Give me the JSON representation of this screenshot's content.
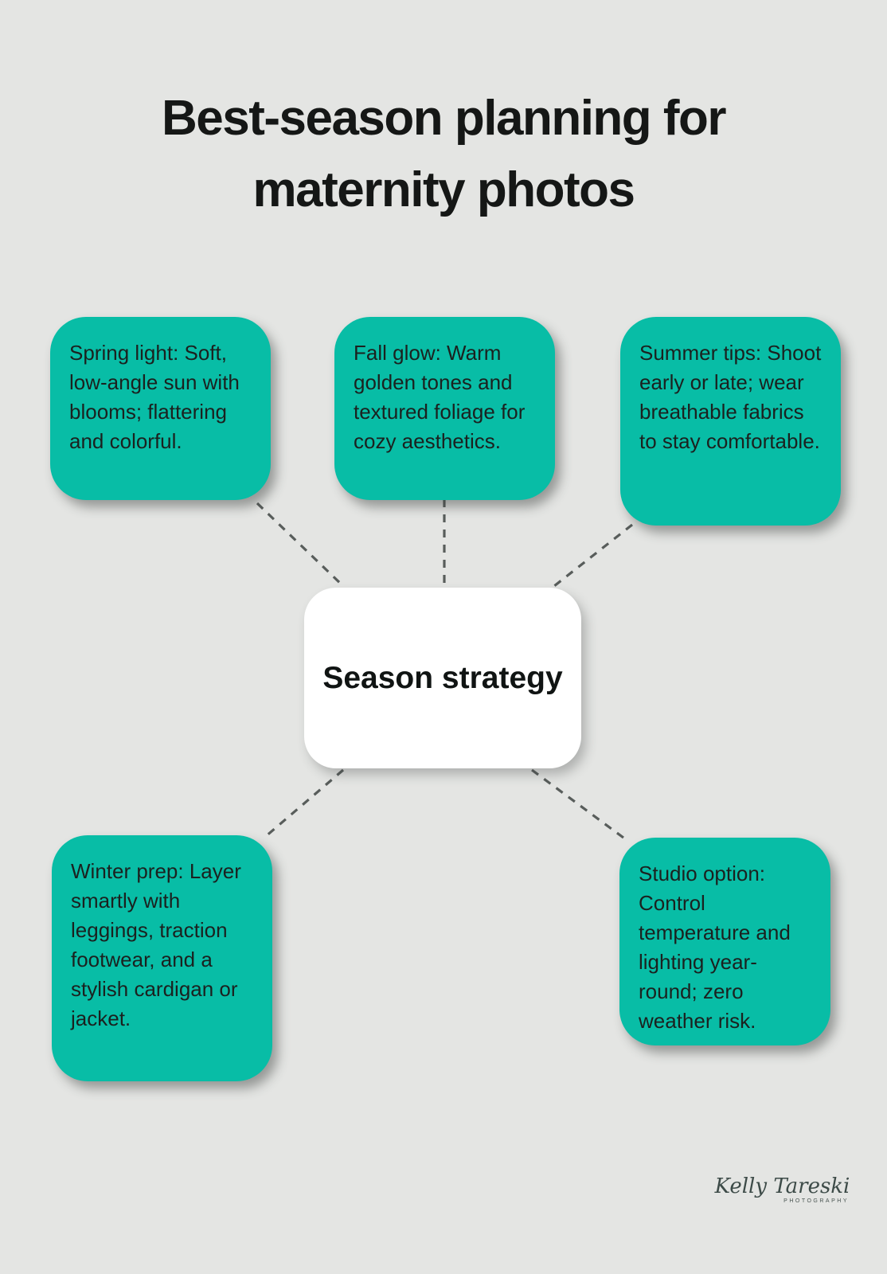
{
  "title": "Best-season planning for maternity photos",
  "center_label": "Season strategy",
  "nodes": {
    "spring": "Spring light: Soft, low-angle sun with blooms; flattering and colorful.",
    "fall": "Fall glow: Warm golden tones and textured foliage for cozy aesthetics.",
    "summer": "Summer tips: Shoot early or late; wear breathable fabrics to stay comfortable.",
    "winter": "Winter prep: Layer smartly with leggings, traction footwear, and a stylish cardigan or jacket.",
    "studio": "Studio option: Control temperature and lighting year-round; zero weather risk."
  },
  "signature": {
    "name": "Kelly Tareski",
    "tagline": "PHOTOGRAPHY"
  },
  "colors": {
    "background": "#E4E5E3",
    "node_fill": "#08BDA6",
    "node_text": "#1B211F",
    "center_fill": "#FFFFFF",
    "center_text": "#101413",
    "connector": "#585D5B",
    "title_text": "#151716",
    "signature_text": "#3D4B48"
  }
}
